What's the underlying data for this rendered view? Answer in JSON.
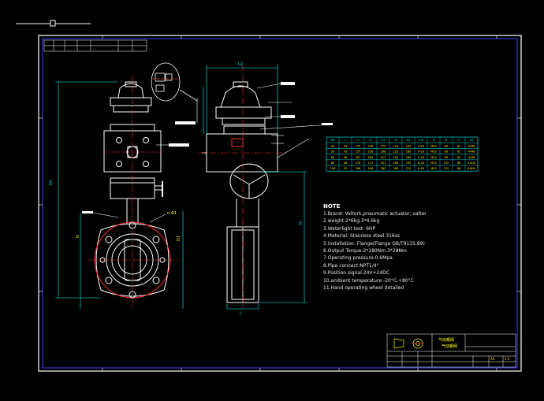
{
  "drawing": {
    "notes": {
      "title": "NOTE",
      "items": [
        "1.Brand: Valtork,pneumatic actuator, valtor",
        "2.weight:2*6kg,3*4.6kg",
        "3.Waterlight test: 6HP",
        "4.Material: Stainless steel 316ss",
        "5.installation: Flange(Flange GB/T9115.89)",
        "6.Output Torque:2*180Nm,3*28Nm",
        "7.Operating pressure:0.6Mpa",
        "8.Pipe connect:NPT1/4\"",
        "9.Position signal:24V+24DC",
        "10.ambient temperature:-20°C,+80°C",
        "11.Hand operating wheel detailed"
      ]
    },
    "dimensions": {
      "top_width": "L2",
      "front_height": "H1",
      "side_height": "H",
      "flange_left": "D",
      "flange_right": "D1",
      "bottom_width": "L",
      "bolt_callout": "n-Φ1"
    },
    "table": {
      "header": [
        "DN",
        "L",
        "L1",
        "H",
        "H1",
        "D",
        "D1",
        "n-Φ",
        "A",
        "B",
        "C",
        "D2"
      ],
      "rows": [
        [
          "40",
          "33",
          "137",
          "130",
          "275",
          "110",
          "145",
          "4-18",
          "M10",
          "90",
          "62",
          "4-M8"
        ],
        [
          "50",
          "43",
          "157",
          "150",
          "298",
          "125",
          "160",
          "4-18",
          "M10",
          "90",
          "62",
          "4-M8"
        ],
        [
          "65",
          "46",
          "167",
          "160",
          "317",
          "145",
          "180",
          "4-18",
          "M10",
          "90",
          "62",
          "4-M8"
        ],
        [
          "80",
          "46",
          "178",
          "171",
          "351",
          "160",
          "195",
          "8-18",
          "M12",
          "125",
          "86",
          "4-M10"
        ],
        [
          "100",
          "52",
          "196",
          "189",
          "385",
          "180",
          "215",
          "8-18",
          "M12",
          "125",
          "86",
          "4-M10"
        ]
      ]
    },
    "title_block": {
      "name_cn": "气动蛝阀",
      "name_cn2": "气动蛝阀",
      "drawing_no": "A3",
      "scale": "1:1"
    }
  },
  "colors": {
    "background": "#000000",
    "frame": "#ffffff",
    "inner_frame": "#4040ff",
    "outline": "#ffffff",
    "center": "#ff3030",
    "dimension": "#00ffff",
    "callout": "#ffff00",
    "hidden": "#ff2020"
  }
}
